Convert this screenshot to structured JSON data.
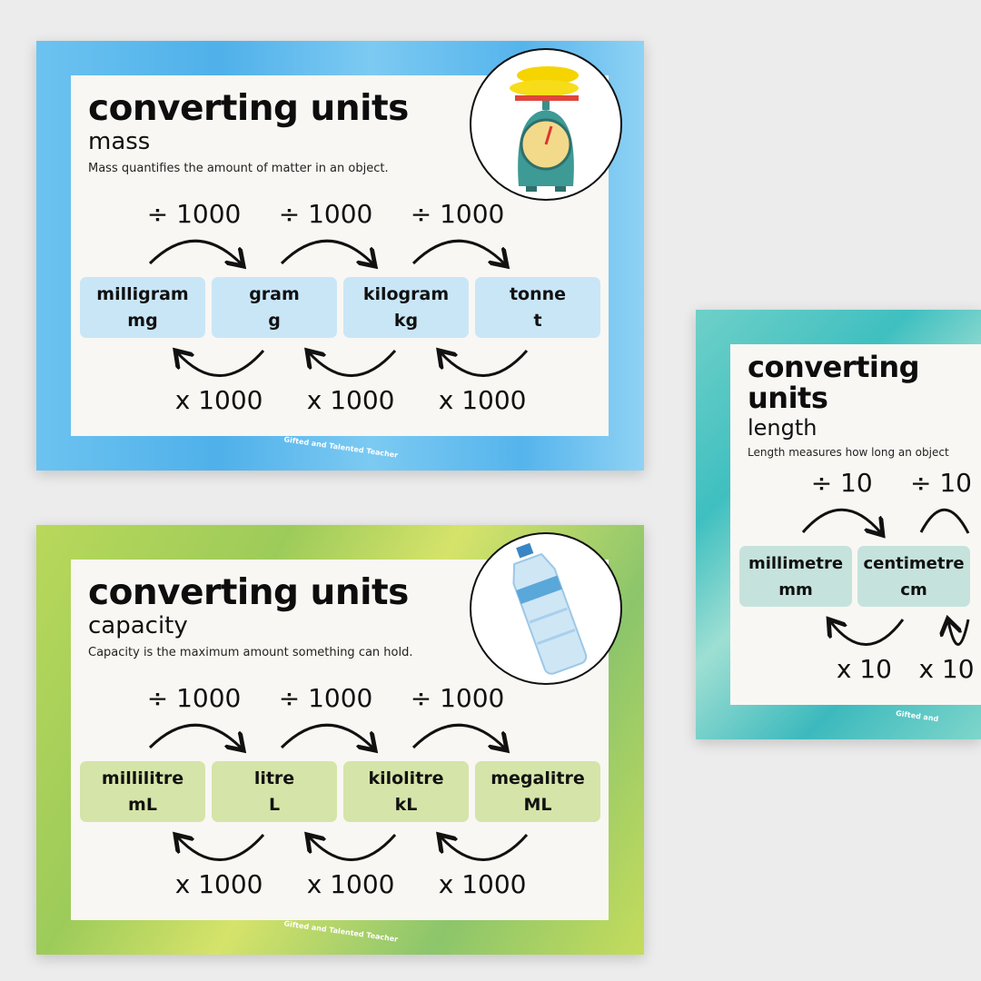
{
  "posters": [
    {
      "theme": "blue",
      "border_color": "#5bb8ec",
      "box_color": "#c9e6f7",
      "title": "converting units",
      "subtitle": "mass",
      "description": "Mass quantifies the amount of matter in an object.",
      "icon": "kitchen-scale-with-bananas-icon",
      "units": [
        {
          "name": "milligram",
          "symbol": "mg"
        },
        {
          "name": "gram",
          "symbol": "g"
        },
        {
          "name": "kilogram",
          "symbol": "kg"
        },
        {
          "name": "tonne",
          "symbol": "t"
        }
      ],
      "divide_labels": [
        "÷ 1000",
        "÷ 1000",
        "÷ 1000"
      ],
      "multiply_labels": [
        "x 1000",
        "x 1000",
        "x 1000"
      ],
      "logo": "Gifted and Talented Teacher"
    },
    {
      "theme": "green",
      "border_color": "#a8cf5a",
      "box_color": "#d5e4a8",
      "title": "converting units",
      "subtitle": "capacity",
      "description": "Capacity is the maximum amount something can hold.",
      "icon": "water-bottle-icon",
      "units": [
        {
          "name": "millilitre",
          "symbol": "mL"
        },
        {
          "name": "litre",
          "symbol": "L"
        },
        {
          "name": "kilolitre",
          "symbol": "kL"
        },
        {
          "name": "megalitre",
          "symbol": "ML"
        }
      ],
      "divide_labels": [
        "÷ 1000",
        "÷ 1000",
        "÷ 1000"
      ],
      "multiply_labels": [
        "x 1000",
        "x 1000",
        "x 1000"
      ],
      "logo": "Gifted and Talented Teacher"
    },
    {
      "theme": "teal",
      "border_color": "#4cc3c0",
      "box_color": "#c5e3dc",
      "title": "converting units",
      "subtitle": "length",
      "description": "Length measures how long an object",
      "units": [
        {
          "name": "millimetre",
          "symbol": "mm"
        },
        {
          "name": "centimetre",
          "symbol": "cm"
        }
      ],
      "divide_labels": [
        "÷ 10",
        "÷ 10"
      ],
      "multiply_labels": [
        "x 10",
        "x 10"
      ],
      "logo": "Gifted and"
    }
  ]
}
